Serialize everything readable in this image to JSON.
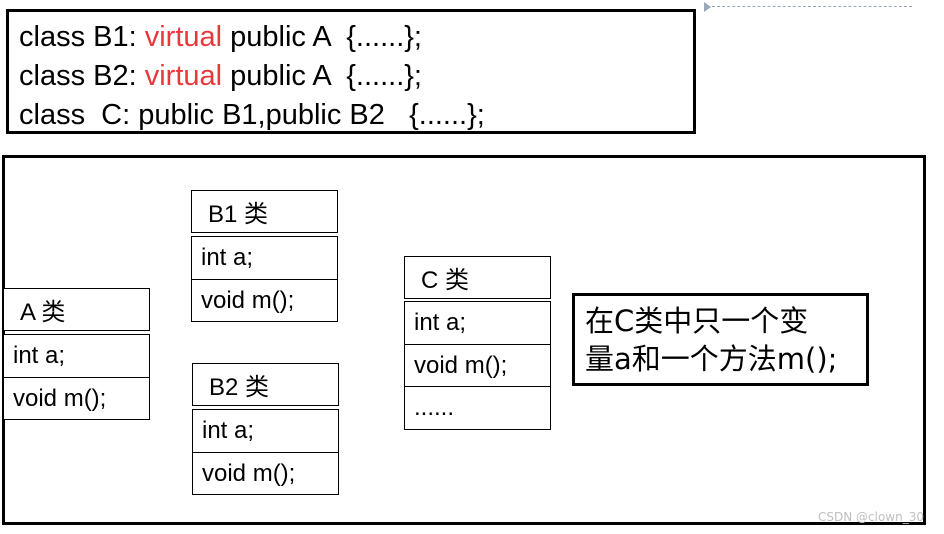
{
  "code": {
    "line1": {
      "a": "class B1: ",
      "kw": "virtual",
      "b": " public A  {......};"
    },
    "line2": {
      "a": "class B2: ",
      "kw": "virtual",
      "b": " public A  {......};"
    },
    "line3": "class  C: public B1,public B2   {......};"
  },
  "classes": {
    "A": {
      "title": "A 类",
      "member1": "int a;",
      "member2": "void m();"
    },
    "B1": {
      "title": "B1 类",
      "member1": "int a;",
      "member2": "void m();"
    },
    "B2": {
      "title": "B2 类",
      "member1": "int a;",
      "member2": "void m();"
    },
    "C": {
      "title": "C 类",
      "member1": "int a;",
      "member2": "void m();",
      "member3": "......"
    }
  },
  "note": {
    "line1": "在C类中只一个变",
    "line2": "量a和一个方法m();"
  },
  "watermark": "CSDN @clown_30",
  "colors": {
    "keyword": "#e8383d"
  }
}
